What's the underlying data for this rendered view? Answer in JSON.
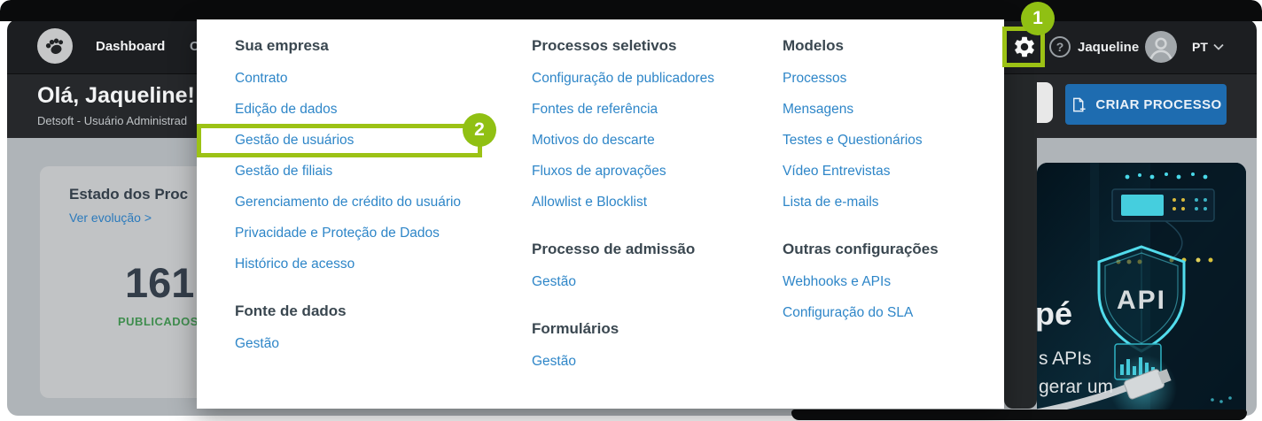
{
  "header": {
    "nav_dashboard": "Dashboard",
    "nav_partial": "C",
    "help_glyph": "?",
    "user_name": "Jaqueline",
    "language": "PT",
    "icons": [
      "paw-logo",
      "gear-icon",
      "help-icon",
      "avatar",
      "chevron-down-icon"
    ]
  },
  "hero": {
    "greeting": "Olá, Jaqueline!",
    "subtitle": "Detsoft - Usuário Administrad",
    "create_button": "CRIAR PROCESSO"
  },
  "stats_card": {
    "title": "Estado dos Proc",
    "link": "Ver evolução >",
    "value": "161",
    "value_label": "PUBLICADOS"
  },
  "promo_card": {
    "shield_label": "API",
    "text_line1": "pé",
    "text_line2": "s APIs",
    "text_line3": "gerar um"
  },
  "annotations": {
    "step1": "1",
    "step2": "2",
    "highlight_color": "#9cc215",
    "highlighted_menu_item": "Gestão de usuários"
  },
  "menu": {
    "columns": [
      {
        "sections": [
          {
            "heading": "Sua empresa",
            "items": [
              "Contrato",
              "Edição de dados",
              "Gestão de usuários",
              "Gestão de filiais",
              "Gerenciamento de crédito do usuário",
              "Privacidade e Proteção de Dados",
              "Histórico de acesso"
            ]
          },
          {
            "heading": "Fonte de dados",
            "items": [
              "Gestão"
            ]
          }
        ]
      },
      {
        "sections": [
          {
            "heading": "Processos seletivos",
            "items": [
              "Configuração de publicadores",
              "Fontes de referência",
              "Motivos do descarte",
              "Fluxos de aprovações",
              "Allowlist e Blocklist"
            ]
          },
          {
            "heading": "Processo de admissão",
            "items": [
              "Gestão"
            ]
          },
          {
            "heading": "Formulários",
            "items": [
              "Gestão"
            ]
          }
        ]
      },
      {
        "sections": [
          {
            "heading": "Modelos",
            "items": [
              "Processos",
              "Mensagens",
              "Testes e Questionários",
              "Vídeo Entrevistas",
              "Lista de e-mails"
            ]
          },
          {
            "heading": "Outras configurações",
            "items": [
              "Webhooks e APIs",
              "Configuração do SLA"
            ]
          }
        ]
      }
    ]
  },
  "colors": {
    "navbar": "#1c1e21",
    "hero": "#26282b",
    "menu_link_blue": "#2e86c8",
    "menu_heading": "#3a4750",
    "create_button_blue": "#1e6cb0",
    "annotation_green": "#9cc215",
    "published_green": "#3f8d4e",
    "page_dim_gray": "#afb4b8"
  }
}
